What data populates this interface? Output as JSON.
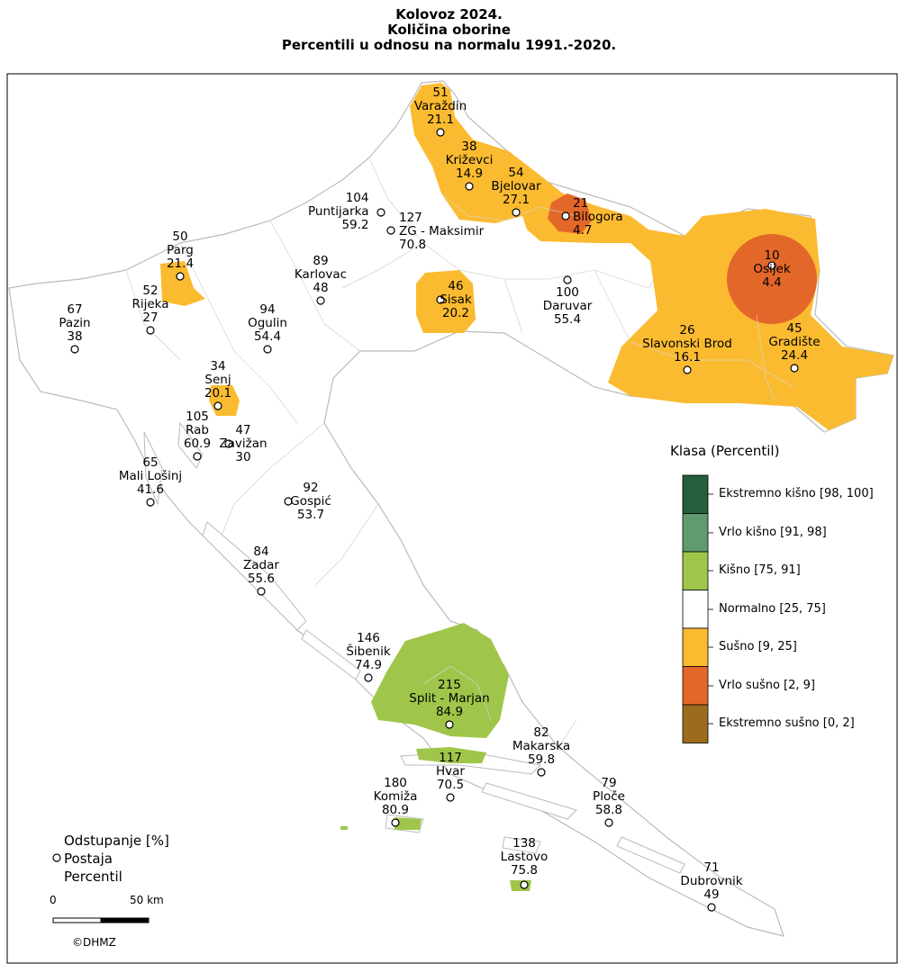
{
  "title": [
    "Kolovoz 2024.",
    "Količina oborine",
    "Percentili u odnosu na normalu 1991.-2020."
  ],
  "legend": {
    "title": "Klasa (Percentil)",
    "classes": [
      {
        "label": "Ekstremno kišno [98, 100]",
        "color": "#255e3b"
      },
      {
        "label": "Vrlo kišno [91, 98]",
        "color": "#5f9b6e"
      },
      {
        "label": "Kišno [75, 91]",
        "color": "#9fc64a"
      },
      {
        "label": "Normalno [25, 75]",
        "color": "#ffffff"
      },
      {
        "label": "Sušno [9, 25]",
        "color": "#fbbb30"
      },
      {
        "label": "Vrlo sušno [2, 9]",
        "color": "#e4672a"
      },
      {
        "label": "Ekstremno sušno [0, 2]",
        "color": "#9c6c1e"
      }
    ]
  },
  "key": {
    "line1": "Odstupanje [%]",
    "line2": "Postaja",
    "line3": "Percentil"
  },
  "scale": {
    "start": "0",
    "end": "50 km"
  },
  "credit": "©DHMZ",
  "stations": [
    {
      "name": "Varaždin",
      "dev": "51",
      "pct": "21.1"
    },
    {
      "name": "Križevci",
      "dev": "38",
      "pct": "14.9"
    },
    {
      "name": "Bjelovar",
      "dev": "54",
      "pct": "27.1"
    },
    {
      "name": "Bilogora",
      "dev": "21",
      "pct": "4.7"
    },
    {
      "name": "Puntijarka",
      "dev": "104",
      "pct": "59.2"
    },
    {
      "name": "ZG - Maksimir",
      "dev": "127",
      "pct": "70.8"
    },
    {
      "name": "Osijek",
      "dev": "10",
      "pct": "4.4"
    },
    {
      "name": "Parg",
      "dev": "50",
      "pct": "21.4"
    },
    {
      "name": "Karlovac",
      "dev": "89",
      "pct": "48"
    },
    {
      "name": "Sisak",
      "dev": "46",
      "pct": "20.2"
    },
    {
      "name": "Daruvar",
      "dev": "100",
      "pct": "55.4"
    },
    {
      "name": "Rijeka",
      "dev": "52",
      "pct": "27"
    },
    {
      "name": "Pazin",
      "dev": "67",
      "pct": "38"
    },
    {
      "name": "Ogulin",
      "dev": "94",
      "pct": "54.4"
    },
    {
      "name": "Slavonski Brod",
      "dev": "26",
      "pct": "16.1"
    },
    {
      "name": "Gradište",
      "dev": "45",
      "pct": "24.4"
    },
    {
      "name": "Senj",
      "dev": "34",
      "pct": "20.1"
    },
    {
      "name": "Rab",
      "dev": "105",
      "pct": "60.9"
    },
    {
      "name": "Zavižan",
      "dev": "47",
      "pct": "30"
    },
    {
      "name": "Mali Lošinj",
      "dev": "65",
      "pct": "41.6"
    },
    {
      "name": "Gospić",
      "dev": "92",
      "pct": "53.7"
    },
    {
      "name": "Zadar",
      "dev": "84",
      "pct": "55.6"
    },
    {
      "name": "Šibenik",
      "dev": "146",
      "pct": "74.9"
    },
    {
      "name": "Split - Marjan",
      "dev": "215",
      "pct": "84.9"
    },
    {
      "name": "Makarska",
      "dev": "82",
      "pct": "59.8"
    },
    {
      "name": "Hvar",
      "dev": "117",
      "pct": "70.5"
    },
    {
      "name": "Ploče",
      "dev": "79",
      "pct": "58.8"
    },
    {
      "name": "Komiža",
      "dev": "180",
      "pct": "80.9"
    },
    {
      "name": "Lastovo",
      "dev": "138",
      "pct": "75.8"
    },
    {
      "name": "Dubrovnik",
      "dev": "71",
      "pct": "49"
    }
  ]
}
